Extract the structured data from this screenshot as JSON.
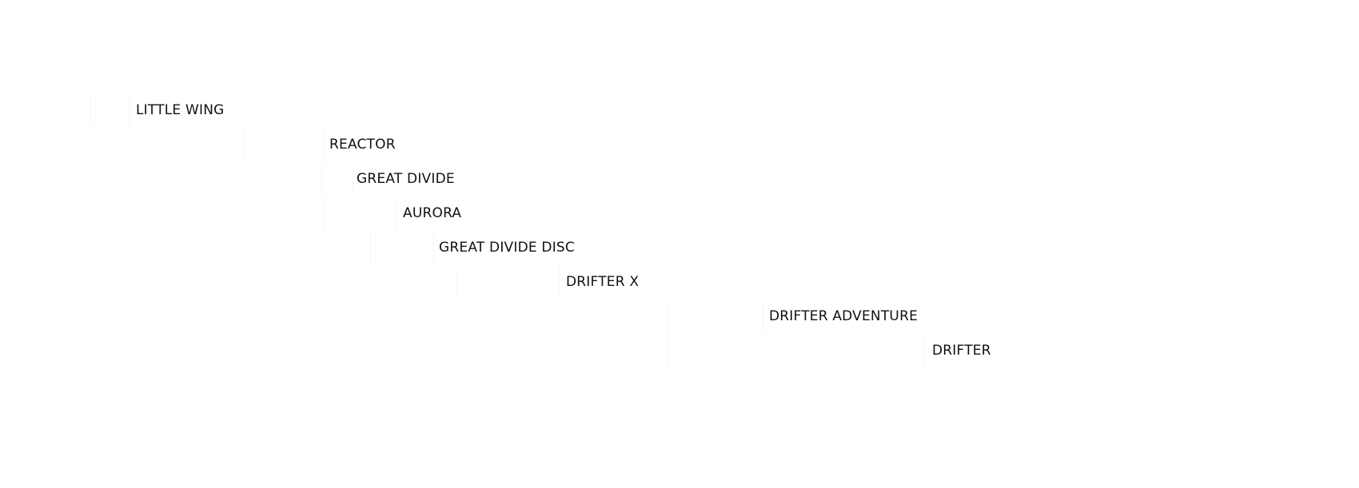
{
  "models": [
    {
      "name": "LITTLE WING"
    },
    {
      "name": "REACTOR"
    },
    {
      "name": "GREAT DIVIDE"
    },
    {
      "name": "AURORA"
    },
    {
      "name": "GREAT DIVIDE DISC"
    },
    {
      "name": "DRIFTER X"
    },
    {
      "name": "DRIFTER ADVENTURE"
    },
    {
      "name": "DRIFTER"
    }
  ]
}
